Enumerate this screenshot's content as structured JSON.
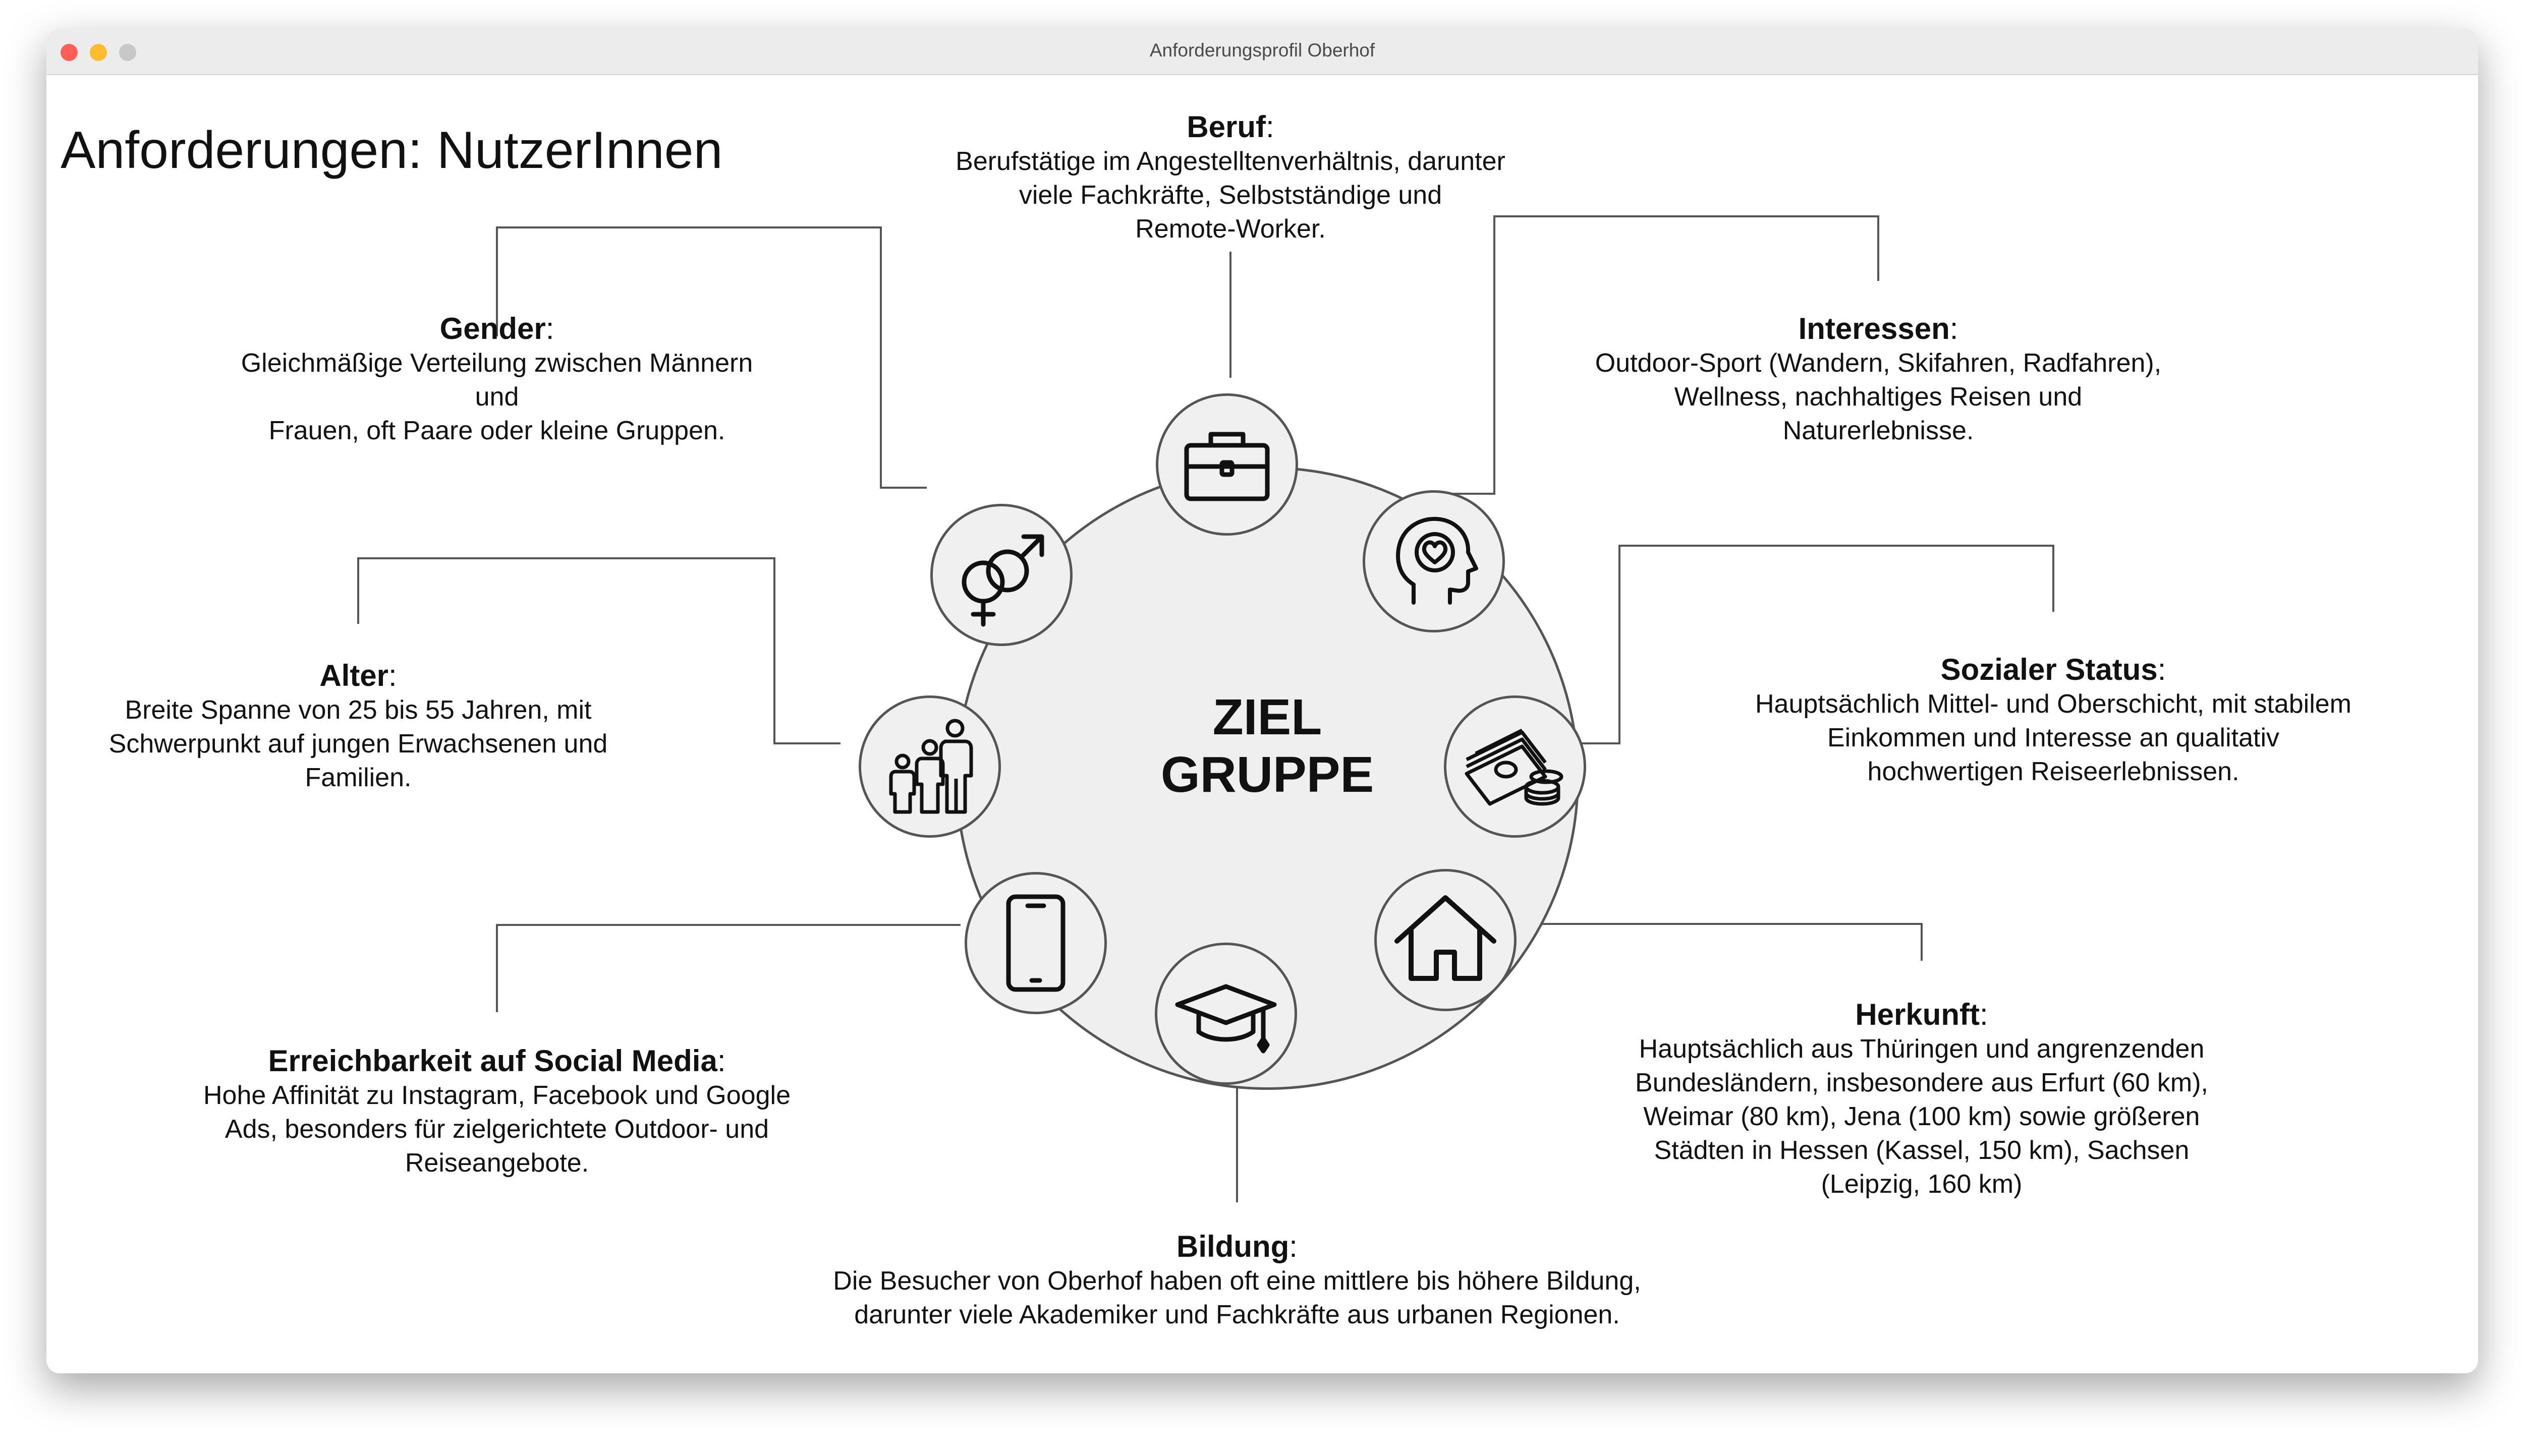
{
  "window": {
    "title": "Anforderungsprofil Oberhof"
  },
  "page": {
    "title": "Anforderungen: NutzerInnen"
  },
  "hub": {
    "line1": "ZIEL",
    "line2": "GRUPPE"
  },
  "items": {
    "beruf": {
      "label": "Beruf",
      "sep": ":",
      "lines": [
        "Berufstätige im Angestelltenverhältnis, darunter",
        "viele Fachkräfte, Selbstständige und",
        "Remote-Worker."
      ],
      "icon": "briefcase-icon"
    },
    "interessen": {
      "label": "Interessen",
      "sep": ":",
      "lines": [
        "Outdoor-Sport (Wandern, Skifahren, Radfahren),",
        "Wellness, nachhaltiges Reisen und Naturerlebnisse."
      ],
      "icon": "head-heart-icon"
    },
    "sozial": {
      "label": "Sozialer Status",
      "sep": ":",
      "lines": [
        "Hauptsächlich Mittel- und Oberschicht, mit stabilem",
        "Einkommen und Interesse an qualitativ",
        "hochwertigen Reiseerlebnissen."
      ],
      "icon": "money-icon"
    },
    "herkunft": {
      "label": "Herkunft",
      "sep": ":",
      "lines": [
        "Hauptsächlich aus Thüringen und angrenzenden",
        "Bundesländern, insbesondere aus Erfurt (60 km),",
        "Weimar (80 km), Jena (100 km) sowie größeren",
        "Städten in Hessen (Kassel, 150 km), Sachsen",
        "(Leipzig, 160 km)"
      ],
      "icon": "house-icon"
    },
    "bildung": {
      "label": "Bildung",
      "sep": ":",
      "lines": [
        "Die Besucher von Oberhof haben oft eine mittlere bis höhere Bildung,",
        "darunter viele Akademiker und Fachkräfte aus urbanen Regionen."
      ],
      "icon": "graduation-cap-icon"
    },
    "social": {
      "label": "Erreichbarkeit auf Social Media",
      "sep": ":",
      "lines": [
        "Hohe Affinität zu Instagram, Facebook und Google",
        "Ads, besonders für zielgerichtete Outdoor- und",
        "Reiseangebote."
      ],
      "icon": "smartphone-icon"
    },
    "alter": {
      "label": "Alter",
      "sep": ":",
      "lines": [
        "Breite Spanne von 25 bis 55 Jahren, mit",
        "Schwerpunkt auf jungen Erwachsenen und",
        "Familien."
      ],
      "icon": "family-icon"
    },
    "gender": {
      "label": "Gender",
      "sep": ":",
      "lines": [
        "Gleichmäßige Verteilung zwischen Männern und",
        "Frauen, oft Paare oder kleine Gruppen."
      ],
      "icon": "gender-symbols-icon"
    }
  },
  "colors": {
    "line": "#555555",
    "circle_fill": "#f0f0f0",
    "hub_fill": "#efefef",
    "text": "#111111"
  }
}
